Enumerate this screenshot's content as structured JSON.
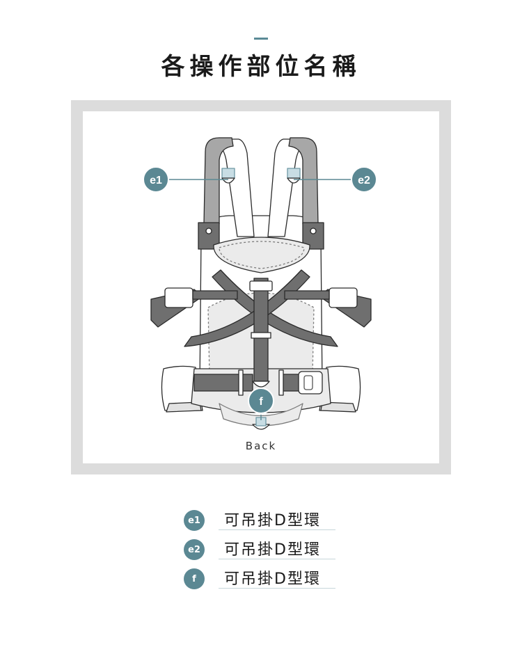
{
  "title": "各操作部位名稱",
  "diagram": {
    "view_label": "Back",
    "callouts": [
      {
        "id": "e1",
        "label": "e1"
      },
      {
        "id": "e2",
        "label": "e2"
      },
      {
        "id": "f",
        "label": "f"
      }
    ]
  },
  "legend": [
    {
      "badge": "e1",
      "text": "可吊掛D型環"
    },
    {
      "badge": "e2",
      "text": "可吊掛D型環"
    },
    {
      "badge": "f",
      "text": "可吊掛D型環"
    }
  ],
  "colors": {
    "accent": "#5b8893",
    "frame": "#dcdcdc",
    "strap": "#6f6f6f",
    "shoulder_pad": "#a7a7a7",
    "panel": "#ebebeb",
    "d_ring_tab": "#c8dde4"
  }
}
